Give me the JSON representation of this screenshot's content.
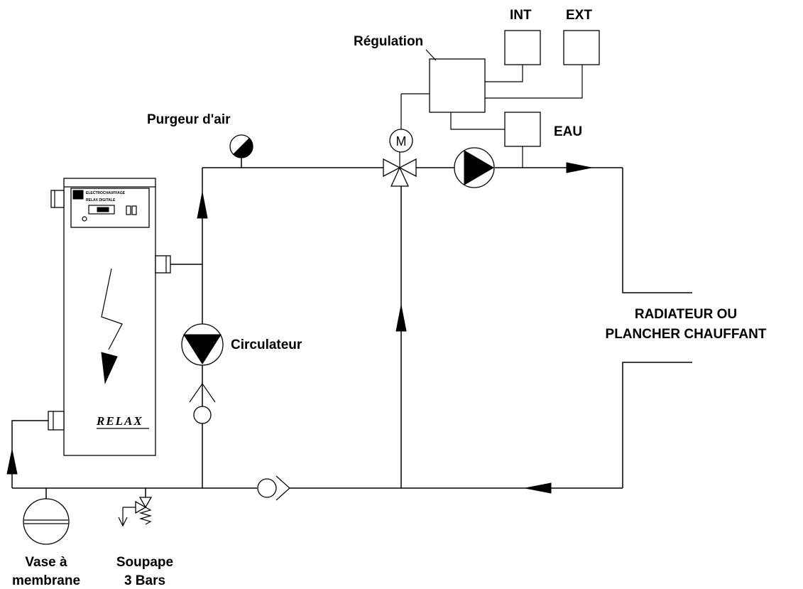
{
  "labels": {
    "regulation": "Régulation",
    "int": "INT",
    "ext": "EXT",
    "eau": "EAU",
    "purgeur": "Purgeur d'air",
    "circulateur": "Circulateur",
    "radiateur_line1": "RADIATEUR OU",
    "radiateur_line2": "PLANCHER CHAUFFANT",
    "vase_line1": "Vase à",
    "vase_line2": "membrane",
    "soupape_line1": "Soupape",
    "soupape_line2": "3 Bars",
    "motor": "M"
  },
  "boiler": {
    "brand": "RELAX",
    "panel_line1": "RELAX DIGITALE",
    "panel_line0": "ELECTROCHAUFFAGE"
  },
  "colors": {
    "line": "#000000",
    "background": "#ffffff"
  }
}
